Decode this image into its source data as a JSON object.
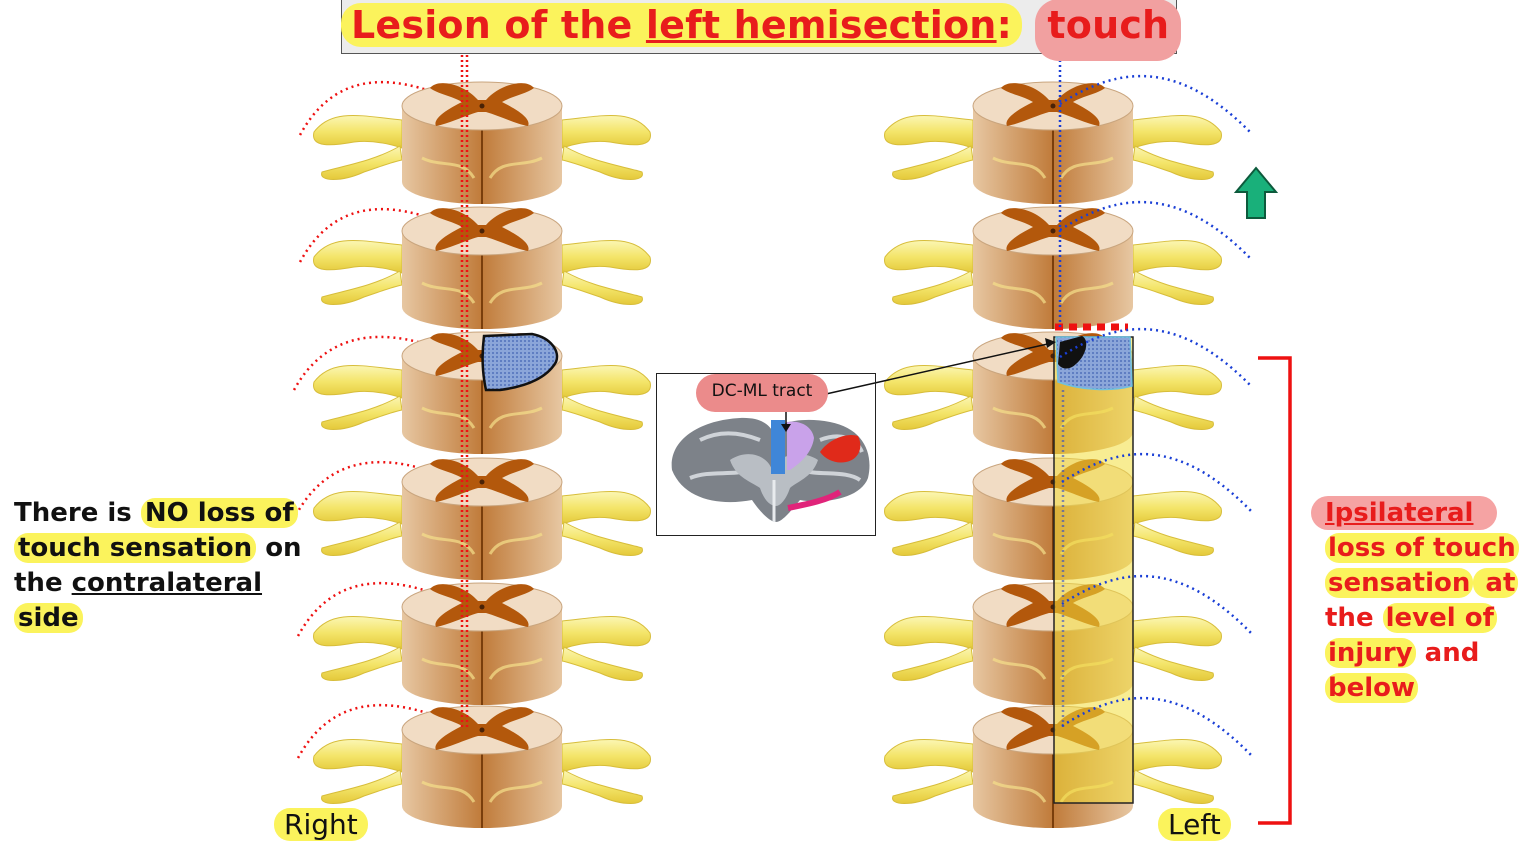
{
  "title": {
    "prefix": "Lesion of the ",
    "underlined": "left hemisection",
    "colon": ":",
    "highlighted_word": "touch"
  },
  "left_note": {
    "t1": "There is ",
    "t2": "NO loss of",
    "t3": "touch sensation",
    "t4": " on",
    "t5": "the ",
    "t6": "contralateral",
    "t7": "side"
  },
  "right_note": {
    "t1": "Ipsilateral",
    "t2": "loss of touch",
    "t3": "sensation",
    "t4": " at",
    "t5": "the ",
    "t6": "level of",
    "t7": "injury",
    "t8": " and",
    "t9": "below"
  },
  "side_labels": {
    "right": "Right",
    "left": "Left"
  },
  "inset": {
    "tract_label": "DC-ML tract"
  },
  "colors": {
    "title_red": "#e81c1c",
    "highlight_yellow": "#fbf35c",
    "highlight_pink": "#f1a0a0",
    "pathway_right": "#ee1111",
    "pathway_left": "#1a3fd6",
    "grey_matter": "#b3580c",
    "white_matter": "#f1dcc4",
    "nerve_root": "#f7ec7c",
    "lesion_fill": "#8aa4d8",
    "affected_region": "#f2df3a",
    "arrow_green": "#19b07a",
    "bracket_red": "#ee1111",
    "dcml_blue": "#3f86d8",
    "dcml_purple": "#c9a2ea",
    "spinothalamic_red": "#e02a1a",
    "magenta_tract": "#e0247a"
  },
  "icons": [
    "up-arrow-icon"
  ]
}
